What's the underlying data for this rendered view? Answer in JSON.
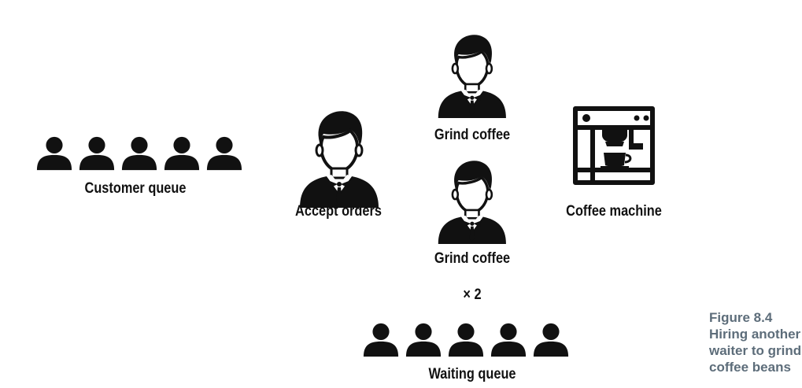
{
  "diagram": {
    "customer_queue": {
      "label": "Customer queue",
      "count": 5
    },
    "accept_orders": {
      "label": "Accept orders"
    },
    "grind_top": {
      "label": "Grind coffee"
    },
    "grind_bottom": {
      "label": "Grind coffee"
    },
    "multiplier": {
      "label": "× 2"
    },
    "coffee_machine": {
      "label": "Coffee machine"
    },
    "waiting_queue": {
      "label": "Waiting queue",
      "count": 5
    }
  },
  "caption": {
    "figure": "Figure 8.4",
    "line1": "Hiring another",
    "line2": "waiter to grind",
    "line3": "coffee beans"
  }
}
